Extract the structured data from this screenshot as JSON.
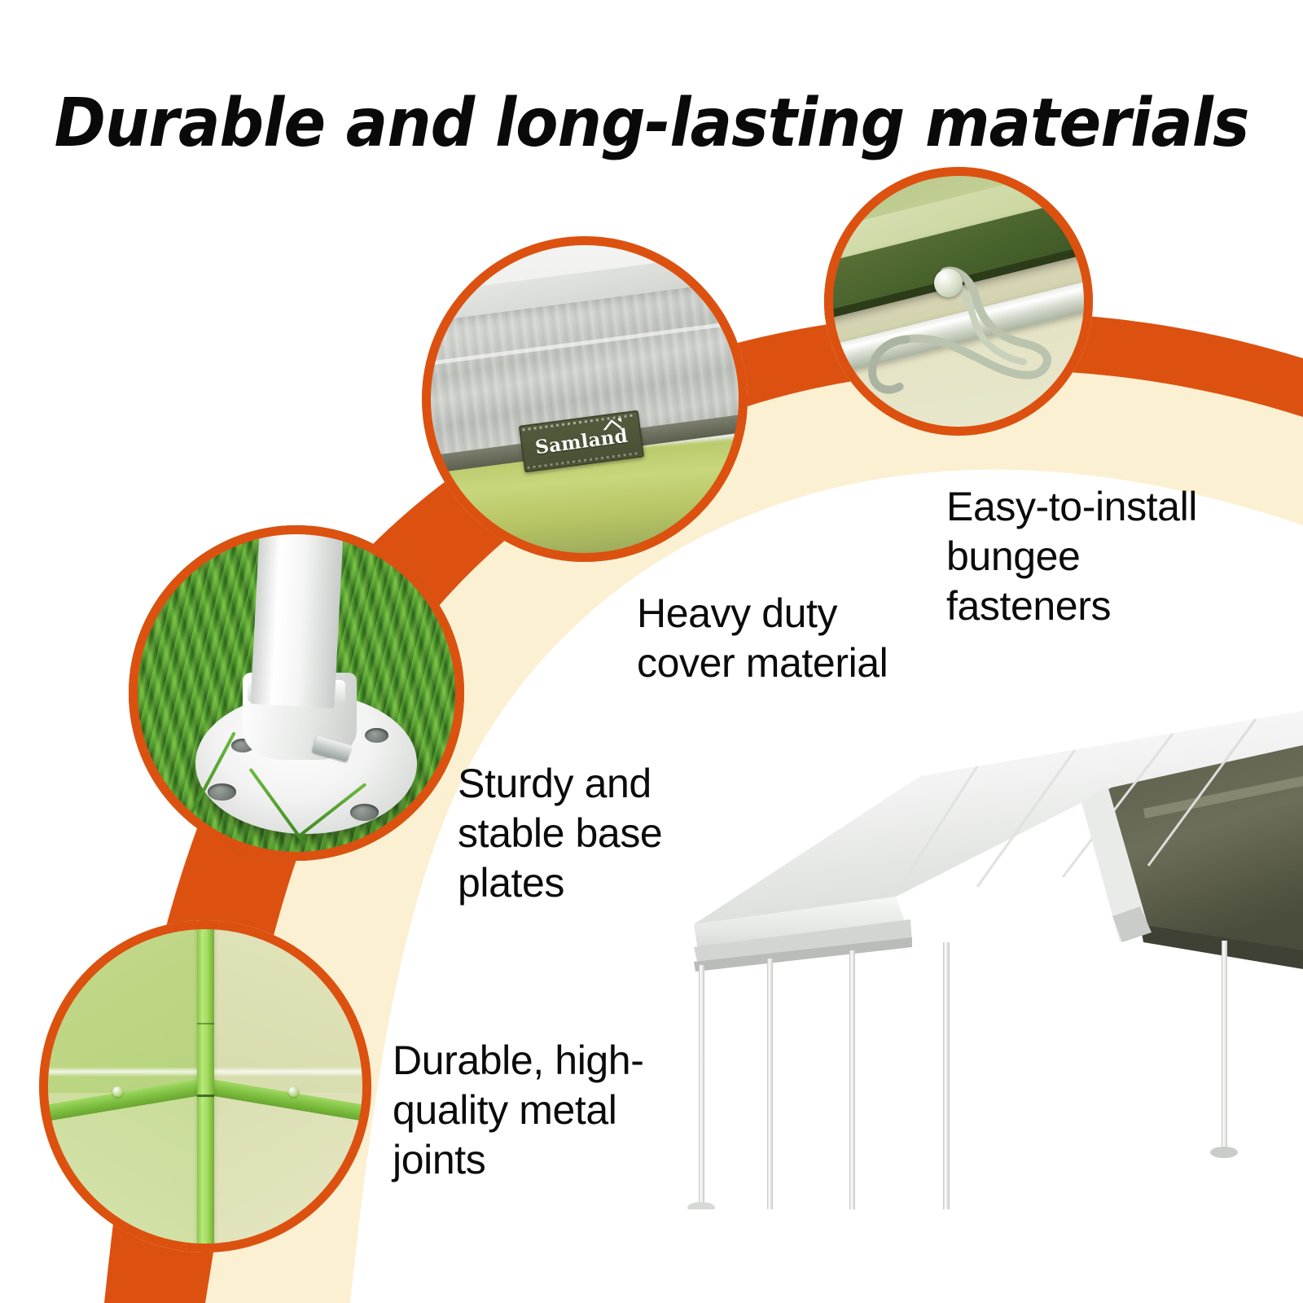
{
  "title": "Durable and long-lasting materials",
  "theme": {
    "orange": "#dc5110",
    "cream": "#fcf0d2",
    "background": "#ffffff",
    "text": "#0b0b0b"
  },
  "callouts": [
    {
      "id": "heavy-duty-cover",
      "label": "Heavy duty\ncover material",
      "label_line1": "Heavy duty",
      "label_line2": "cover material",
      "photo_alt": "Close-up of grey woven tarp cover edge with brand tag",
      "brand_tag": "Samland",
      "ring_color": "#dc5110"
    },
    {
      "id": "bungee-fasteners",
      "label": "Easy-to-install\nbungee\nfasteners",
      "label_line1": "Easy-to-install",
      "label_line2": "bungee",
      "label_line3": "fasteners",
      "photo_alt": "Bungee ball and metal hook fastening canopy to frame pole",
      "ring_color": "#dc5110"
    },
    {
      "id": "base-plates",
      "label": "Sturdy and\nstable base\nplates",
      "label_line1": "Sturdy and",
      "label_line2": "stable base",
      "label_line3": "plates",
      "photo_alt": "White round base plate anchoring a pole in green grass",
      "ring_color": "#dc5110"
    },
    {
      "id": "metal-joints",
      "label": "Durable, high-\nquality metal\njoints",
      "label_line1": "Durable, high-",
      "label_line2": "quality metal",
      "label_line3": "joints",
      "photo_alt": "Green metal T-joint connecting canopy frame poles",
      "ring_color": "#dc5110"
    }
  ],
  "product_image": {
    "id": "carport-canopy",
    "alt": "White carport canopy shelter with metal legs and base plates"
  },
  "icons": {
    "brand_roof": "house-roof-icon"
  }
}
